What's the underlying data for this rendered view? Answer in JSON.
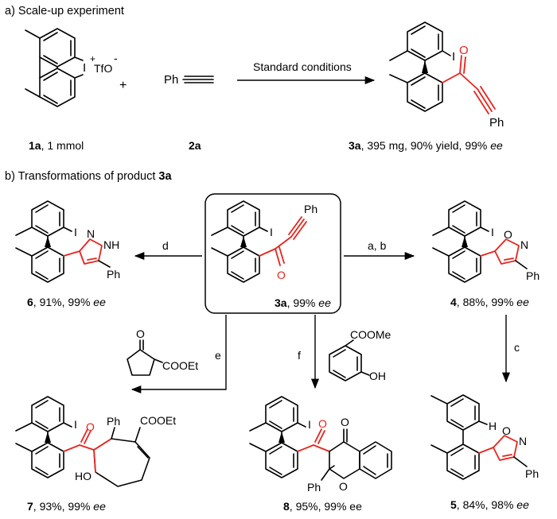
{
  "section_a": {
    "title": "a) Scale-up experiment",
    "conditions": "Standard conditions",
    "plus": "+",
    "reagent1": {
      "bold": "1a",
      "rest": ", 1 mmol",
      "atoms": {
        "iodonium": "I",
        "charge_plus": "+",
        "counterion": "TfO",
        "charge_minus": "-"
      }
    },
    "reagent2": {
      "bold": "2a",
      "ph": "Ph"
    },
    "product": {
      "bold": "3a",
      "rest": ", 395 mg, 90% yield, 99% ",
      "ee": "ee",
      "atoms": {
        "iodo": "I",
        "oxo": "O",
        "ph": "Ph"
      }
    }
  },
  "section_b": {
    "title_prefix": "b) Transformations of product ",
    "title_bold": "3a",
    "reagents": {
      "ab": "a, b",
      "c": "c",
      "d": "d",
      "e": "e",
      "f": "f"
    },
    "reagent_e": {
      "oxo": "O",
      "ester": "COOEt"
    },
    "reagent_f": {
      "ester": "COOMe",
      "hydroxy": "OH"
    },
    "compounds": [
      {
        "id": "3a",
        "rest": ", 99% ",
        "ee": "ee",
        "atoms": [
          "I",
          "O",
          "Ph"
        ]
      },
      {
        "id": "6",
        "rest": ", 91%, 99% ",
        "ee": "ee",
        "atoms": [
          "I",
          "N",
          "NH",
          "Ph"
        ]
      },
      {
        "id": "4",
        "rest": ", 88%, 99% ",
        "ee": "ee",
        "atoms": [
          "I",
          "O",
          "N",
          "Ph"
        ]
      },
      {
        "id": "5",
        "rest": ", 84%, 98% ",
        "ee": "ee",
        "atoms": [
          "H",
          "O",
          "N",
          "Ph"
        ]
      },
      {
        "id": "7",
        "rest": ", 93%, 99% ",
        "ee": "ee",
        "atoms": [
          "I",
          "O",
          "Ph",
          "COOEt",
          "HO"
        ]
      },
      {
        "id": "8",
        "rest": ", 95%, 99% ee",
        "ee": "",
        "atoms": [
          "I",
          "O",
          "O",
          "Ph",
          "O"
        ]
      }
    ]
  }
}
